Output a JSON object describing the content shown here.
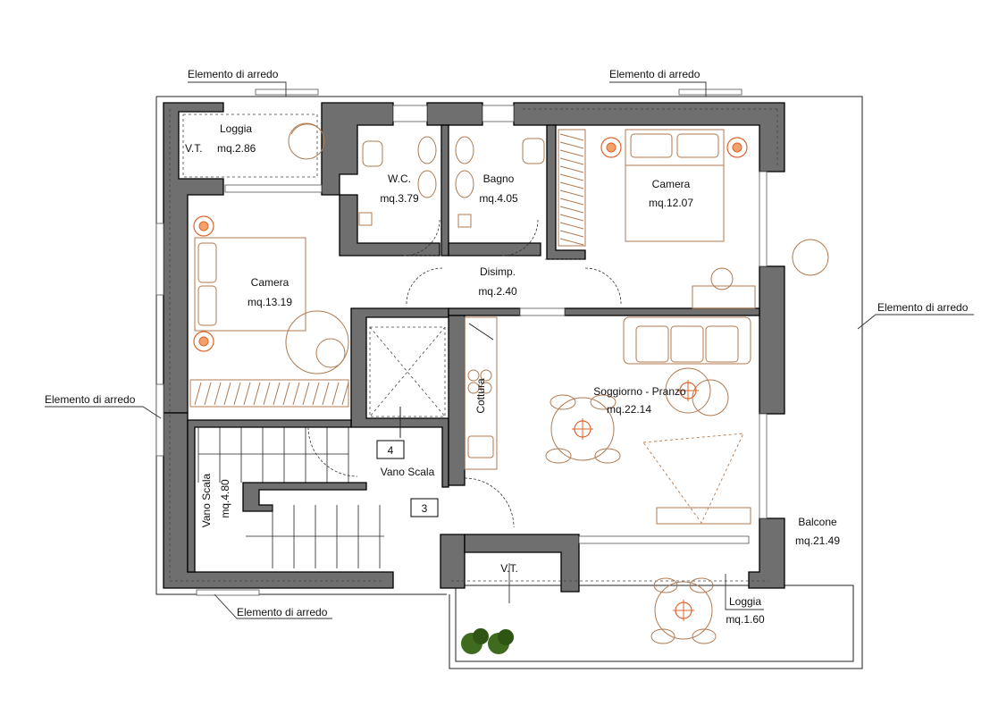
{
  "rooms": {
    "loggia_nw": {
      "name": "Loggia",
      "area": "mq.2.86"
    },
    "vt_nw": {
      "name": "V.T."
    },
    "wc": {
      "name": "W.C.",
      "area": "mq.3.79"
    },
    "bagno": {
      "name": "Bagno",
      "area": "mq.4.05"
    },
    "camera_ne": {
      "name": "Camera",
      "area": "mq.12.07"
    },
    "camera_w": {
      "name": "Camera",
      "area": "mq.13.19"
    },
    "disimp": {
      "name": "Disimp.",
      "area": "mq.2.40"
    },
    "cottura": {
      "name": "Cottura"
    },
    "soggiorno": {
      "name": "Soggiorno - Pranzo",
      "area": "mq.22.14"
    },
    "vano_scala_center": {
      "name": "Vano Scala"
    },
    "vano_scala_stairs": {
      "name": "Vano Scala",
      "area": "mq.4.80"
    },
    "balcone": {
      "name": "Balcone",
      "area": "mq.21.49"
    },
    "loggia_s": {
      "name": "Loggia",
      "area": "mq.1.60"
    },
    "vt_s": {
      "name": "V.T."
    }
  },
  "stair_numbers": {
    "upper": "4",
    "lower": "3"
  },
  "callouts": {
    "top_left": "Elemento di arredo",
    "top_right": "Elemento di arredo",
    "right": "Elemento di arredo",
    "left": "Elemento di arredo",
    "bottom": "Elemento di arredo"
  },
  "colors": {
    "wall": "#6f6f6f",
    "furniture": "#b07a4f",
    "lamp": "#e0642a",
    "plant": "#3f6b1f"
  }
}
